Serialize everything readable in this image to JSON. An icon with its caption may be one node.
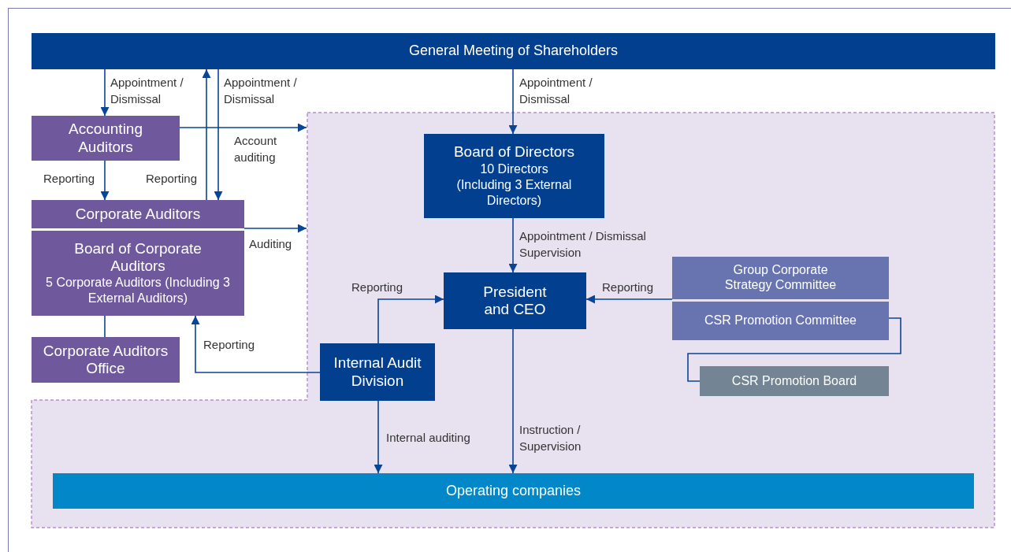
{
  "diagram": {
    "nodes": [
      {
        "text": [
          "General Meeting of Shareholders"
        ]
      },
      {
        "text": [
          "Accounting Auditors"
        ]
      },
      {
        "text": [
          "Corporate Auditors"
        ]
      },
      {
        "text": [
          "Board of Corporate Auditors",
          "5 Corporate Auditors (Including 3 External Auditors)"
        ]
      },
      {
        "text": [
          "Corporate Auditors Office"
        ]
      },
      {
        "text": [],
        "shape": "box"
      },
      {
        "text": [
          "Board of Directors",
          "10 Directors (Including 3 External Directors)"
        ],
        "in": 5
      },
      {
        "text": [
          "President and CEO"
        ],
        "in": 5
      },
      {
        "text": [
          "Group Corporate Strategy Committee"
        ],
        "in": 5
      },
      {
        "text": [
          "CSR Promotion Committee"
        ],
        "in": 5
      },
      {
        "text": [
          "CSR Promotion Board"
        ],
        "in": 5
      },
      {
        "text": [
          "Internal Audit Division"
        ],
        "in": 5
      },
      {
        "text": [
          "Operating companies"
        ],
        "in": 5
      }
    ],
    "edges": [
      {
        "from": 0,
        "to": 1,
        "arrow": "to",
        "label": "Appointment / Dismissal"
      },
      {
        "from": 2,
        "to": 0,
        "arrow": "to",
        "label": "Reporting"
      },
      {
        "from": 0,
        "to": 2,
        "arrow": "to",
        "label": "Appointment / Dismissal"
      },
      {
        "from": 1,
        "to": 2,
        "arrow": "to",
        "label": "Reporting"
      },
      {
        "from": 1,
        "to": 5,
        "arrow": "to",
        "label": "Account auditing"
      },
      {
        "from": 2,
        "to": 5,
        "arrow": "to",
        "label": "Auditing"
      },
      {
        "from": 0,
        "to": 6,
        "arrow": "to",
        "label": "Appointment / Dismissal"
      },
      {
        "from": 6,
        "to": 7,
        "arrow": "to",
        "label": "Appointment / Dismissal Supervision"
      },
      {
        "from": 11,
        "to": 7,
        "arrow": "to",
        "label": "Reporting"
      },
      {
        "from": 8,
        "to": 7,
        "arrow": "to",
        "label": "Reporting"
      },
      {
        "from": 9,
        "to": 10,
        "arrow": "none"
      },
      {
        "from": 3,
        "to": 4,
        "arrow": "none"
      },
      {
        "from": 11,
        "to": 3,
        "arrow": "to",
        "label": "Reporting"
      },
      {
        "from": 11,
        "to": 12,
        "arrow": "to",
        "label": "Internal auditing"
      },
      {
        "from": 7,
        "to": 12,
        "arrow": "to",
        "label": "Instruction / Supervision"
      }
    ]
  }
}
